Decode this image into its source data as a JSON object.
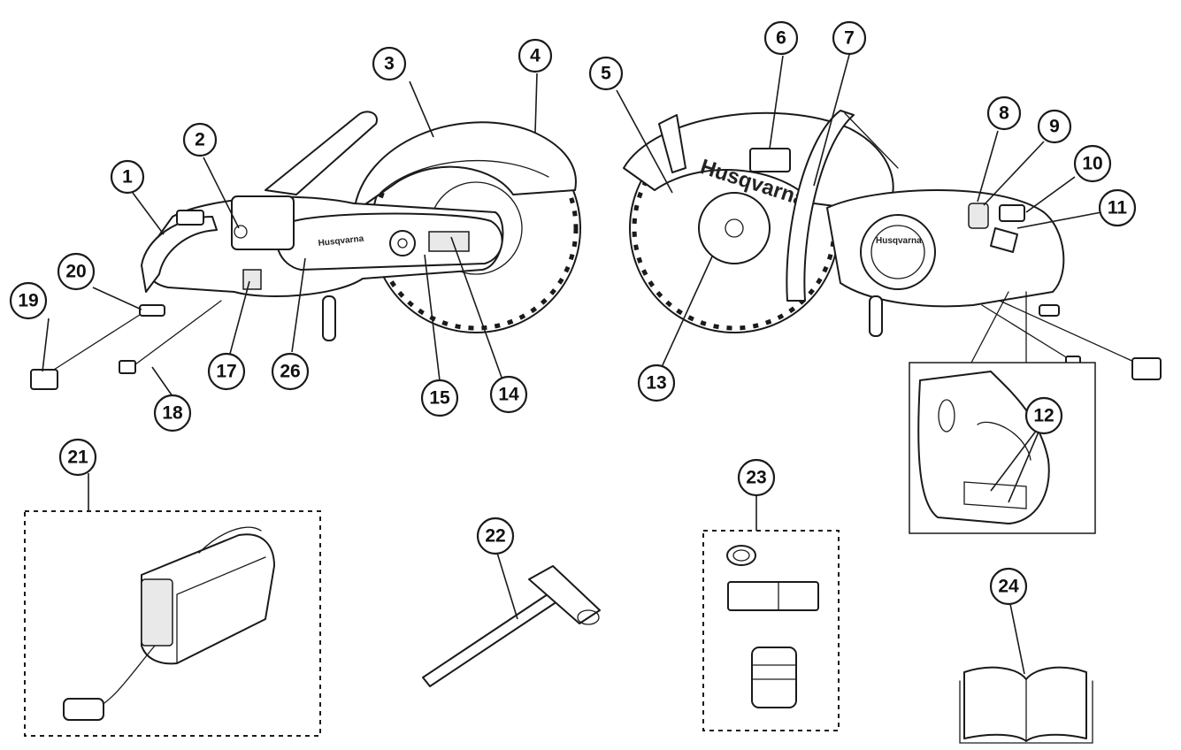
{
  "brand": {
    "logo_text": "Husqvarna"
  },
  "callouts": [
    {
      "label": "1"
    },
    {
      "label": "2"
    },
    {
      "label": "3"
    },
    {
      "label": "4"
    },
    {
      "label": "5"
    },
    {
      "label": "6"
    },
    {
      "label": "7"
    },
    {
      "label": "8"
    },
    {
      "label": "9"
    },
    {
      "label": "10"
    },
    {
      "label": "11"
    },
    {
      "label": "12"
    },
    {
      "label": "13"
    },
    {
      "label": "14"
    },
    {
      "label": "15"
    },
    {
      "label": "17"
    },
    {
      "label": "18"
    },
    {
      "label": "19"
    },
    {
      "label": "20"
    },
    {
      "label": "21"
    },
    {
      "label": "22"
    },
    {
      "label": "23"
    },
    {
      "label": "24"
    },
    {
      "label": "26"
    }
  ]
}
